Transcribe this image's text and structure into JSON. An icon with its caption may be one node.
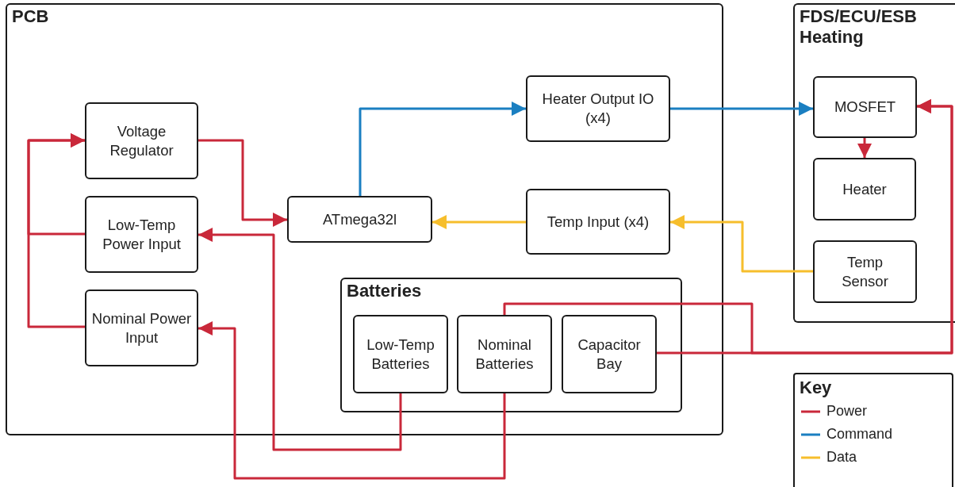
{
  "diagram": {
    "nodes": [
      {
        "text": [
          "PCB"
        ]
      },
      {
        "text": [
          "Voltage Regulator"
        ],
        "in": 0
      },
      {
        "text": [
          "Low-Temp Power Input"
        ],
        "in": 0
      },
      {
        "text": [
          "Nominal Power Input"
        ],
        "in": 0
      },
      {
        "text": [
          "ATmega32l"
        ],
        "in": 0
      },
      {
        "text": [
          "Heater Output IO (x4)"
        ],
        "in": 0
      },
      {
        "text": [
          "Temp Input (x4)"
        ],
        "in": 0
      },
      {
        "text": [
          "Batteries"
        ],
        "in": 0
      },
      {
        "text": [
          "Low-Temp Batteries"
        ],
        "in": 7
      },
      {
        "text": [
          "Nominal Batteries"
        ],
        "in": 7
      },
      {
        "text": [
          "Capacitor Bay"
        ],
        "in": 7
      },
      {
        "text": [
          "FDS/ECU/ESB Heating"
        ]
      },
      {
        "text": [
          "MOSFET"
        ],
        "in": 11
      },
      {
        "text": [
          "Heater"
        ],
        "in": 11
      },
      {
        "text": [
          "Temp Sensor"
        ],
        "in": 11
      }
    ],
    "edges": [
      {
        "from": 2,
        "to": 1,
        "arrow": "to"
      },
      {
        "from": 3,
        "to": 1,
        "arrow": "to"
      },
      {
        "from": 1,
        "to": 4,
        "arrow": "to"
      },
      {
        "from": 4,
        "to": 5,
        "arrow": "to",
        "color": "#1a7fc1"
      },
      {
        "from": 5,
        "to": 12,
        "arrow": "to",
        "color": "#1a7fc1"
      },
      {
        "from": 6,
        "to": 4,
        "arrow": "to",
        "color": "#f6be2c"
      },
      {
        "from": 14,
        "to": 6,
        "arrow": "to",
        "color": "#f6be2c"
      },
      {
        "from": 8,
        "to": 2,
        "arrow": "to"
      },
      {
        "from": 9,
        "to": 3,
        "arrow": "to"
      },
      {
        "from": 10,
        "to": 12,
        "arrow": "to"
      },
      {
        "from": 9,
        "to": 12,
        "arrow": "to"
      },
      {
        "from": 12,
        "to": 13,
        "arrow": "to"
      }
    ],
    "labels": [
      "Key"
    ],
    "legend": [
      {
        "text": "Power",
        "color": "#c9283a"
      },
      {
        "text": "Command",
        "color": "#1a7fc1"
      },
      {
        "text": "Data",
        "color": "#f6be2c"
      }
    ]
  }
}
